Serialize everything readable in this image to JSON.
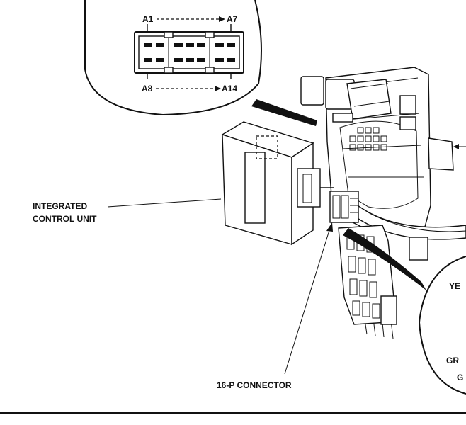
{
  "pin_labels": {
    "top_left": "A1",
    "top_right": "A7",
    "bottom_left": "A8",
    "bottom_right": "A14"
  },
  "callouts": {
    "control_unit_line1": "INTEGRATED",
    "control_unit_line2": "CONTROL UNIT",
    "connector": "16-P CONNECTOR"
  },
  "cropped_labels": {
    "right_upper": "YE",
    "right_lower1": "GR",
    "right_lower2": "G"
  }
}
